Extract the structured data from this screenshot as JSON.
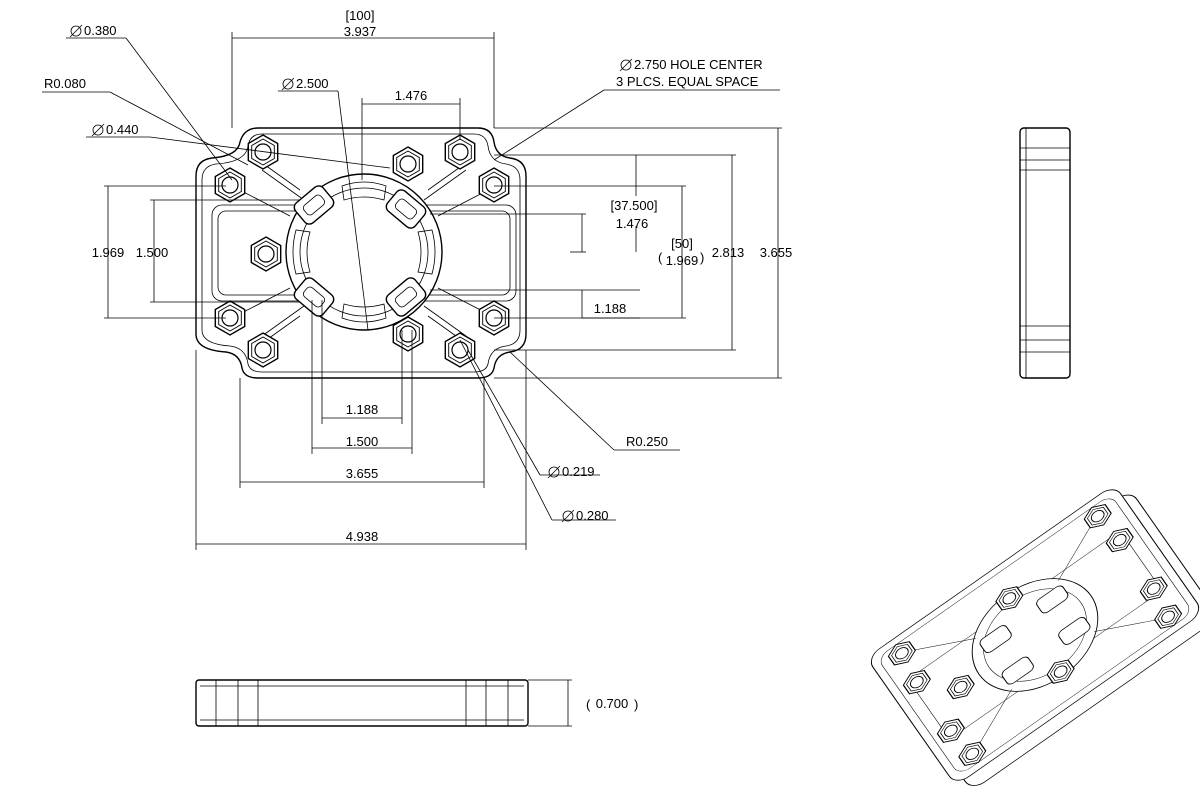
{
  "drawing": {
    "overall_width_bracket": "[100]",
    "overall_width": "3.937",
    "dia_0380": "0.380",
    "r_0080": "R0.080",
    "dia_0440": "0.440",
    "dia_2500": "2.500",
    "dim_1476_top": "1.476",
    "hole_center_line1": "2.750 HOLE CENTER",
    "hole_center_line2": "3 PLCS. EQUAL SPACE",
    "bracket_37500": "[37.500]",
    "dim_1476_right": "1.476",
    "bracket_50": "[50]",
    "dim_1969_right": "1.969",
    "dim_2813": "2.813",
    "dim_3655_right": "3.655",
    "dim_1969_left": "1.969",
    "dim_1500_left": "1.500",
    "dim_1188_right": "1.188",
    "dim_1188_bottom": "1.188",
    "dim_1500_bottom": "1.500",
    "dim_3655_bottom": "3.655",
    "dim_4938": "4.938",
    "r_0250": "R0.250",
    "dia_0219": "0.219",
    "dia_0280": "0.280",
    "dim_0700": "0.700"
  }
}
